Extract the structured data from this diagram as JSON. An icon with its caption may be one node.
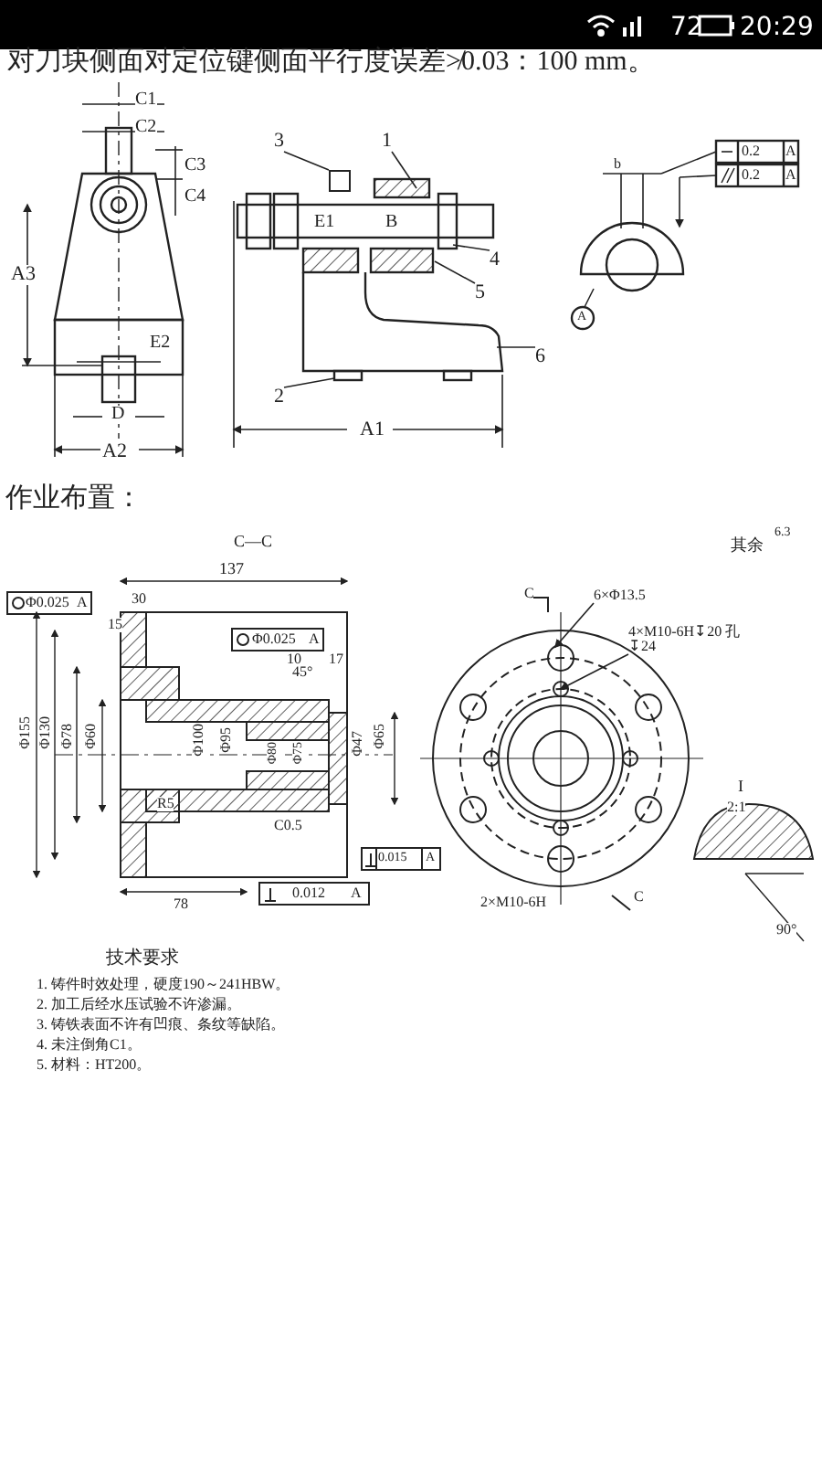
{
  "diagram": {
    "nodes": [
      {
        "text": [
          "1"
        ]
      },
      {
        "text": [
          "2"
        ]
      },
      {
        "text": [
          "3"
        ]
      },
      {
        "text": [
          "4"
        ]
      },
      {
        "text": [
          "5"
        ]
      },
      {
        "text": [
          "6"
        ]
      },
      {
        "text": [
          "6×Φ13.5"
        ]
      },
      {
        "text": [
          "4×M10-6H↧20 孔↧24"
        ]
      },
      {
        "text": [],
        "shape": "box"
      }
    ],
    "edges": [
      {
        "from": 0,
        "to": null,
        "arrow": "none"
      },
      {
        "from": 1,
        "to": null,
        "arrow": "none"
      },
      {
        "from": 2,
        "to": 8,
        "arrow": "none"
      },
      {
        "from": 3,
        "to": null,
        "arrow": "none"
      },
      {
        "from": 4,
        "to": null,
        "arrow": "none"
      },
      {
        "from": 5,
        "to": null,
        "arrow": "none"
      },
      {
        "from": 6,
        "to": null,
        "arrow": "to"
      },
      {
        "from": 7,
        "to": null,
        "arrow": "to"
      }
    ],
    "labels": [
      "72",
      "20:29",
      "对刀块侧面对定位键侧面平行度误差≯0.03：100 mm。",
      "C1",
      "C2",
      "C3",
      "C4",
      "b",
      "0.2",
      "A",
      "0.2",
      "A",
      "E1",
      "B",
      "A3",
      "A",
      "E2",
      "D",
      "A2",
      "A1",
      "作业布置：",
      "C—C",
      "其余",
      "6.3",
      "137",
      "Φ0.025",
      "A",
      "30",
      "15",
      "C",
      "Φ0.025",
      "A",
      "10",
      "17",
      "45°",
      "Φ155",
      "Φ130",
      "Φ78",
      "Φ60",
      "Φ100",
      "Φ95",
      "Φ80",
      "Φ75",
      "Φ47",
      "Φ65",
      "R5",
      "C0.5",
      "0.015",
      "A",
      "I",
      "2:1",
      "78",
      "0.012",
      "A",
      "2×M10-6H",
      "C",
      "90°",
      "技术要求",
      "1. 铸件时效处理，硬度190～241HBW。",
      "2. 加工后经水压试验不许渗漏。",
      "3. 铸铁表面不许有凹痕、条纹等缺陷。",
      "4. 未注倒角C1。",
      "5. 材料：HT200。"
    ]
  }
}
